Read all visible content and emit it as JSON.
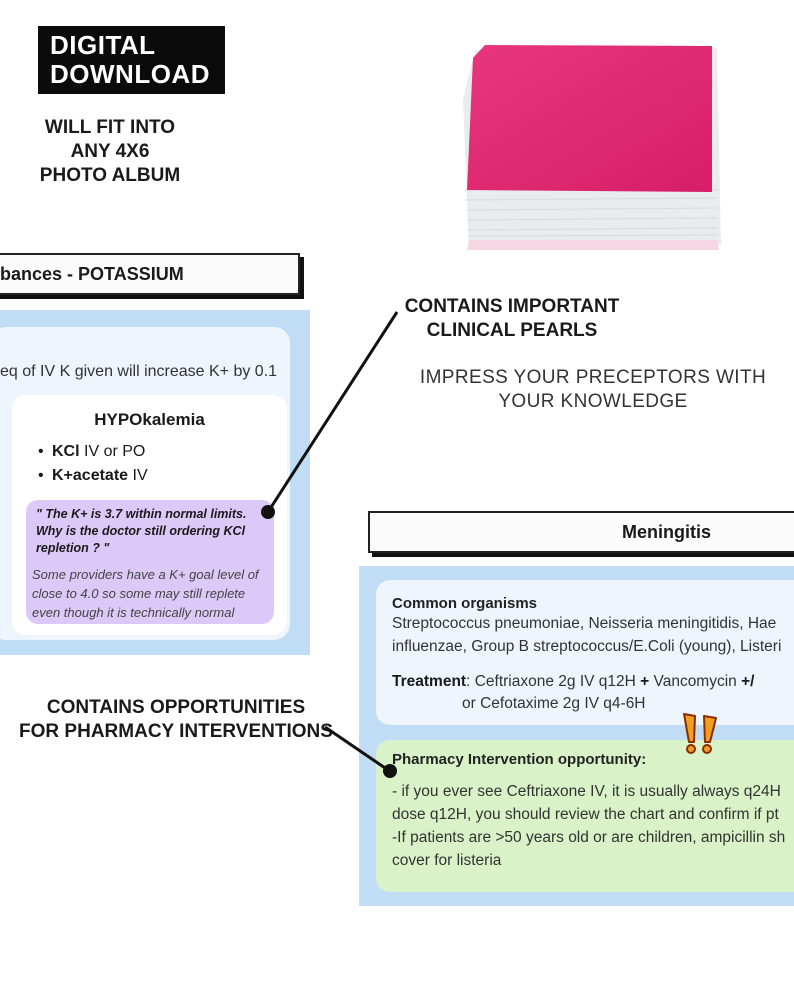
{
  "badge": {
    "line1": "DIGITAL",
    "line2": "DOWNLOAD"
  },
  "fit_note": {
    "line1": "WILL FIT INTO",
    "line2": "ANY 4X6",
    "line3": "PHOTO ALBUM"
  },
  "callouts": {
    "pearls": {
      "line1": "CONTAINS IMPORTANT",
      "line2": "CLINICAL PEARLS"
    },
    "impress": {
      "line1": "IMPRESS YOUR PRECEPTORS WITH",
      "line2": "YOUR KNOWLEDGE"
    },
    "interventions": {
      "line1": "CONTAINS OPPORTUNITIES",
      "line2": "FOR PHARMACY INTERVENTIONS"
    }
  },
  "potassium_card": {
    "header": "bances - POTASSIUM",
    "rule": "eq of IV K given will increase K+ by 0.1",
    "hypo_title": "HYPOkalemia",
    "items": [
      {
        "bold": "KCl",
        "rest": " IV or PO"
      },
      {
        "bold": "K+acetate",
        "rest": " IV"
      }
    ],
    "pearl_question": "\" The K+ is 3.7 within normal limits. Why is the doctor still ordering KCl repletion ? \"",
    "pearl_answer": "Some providers have a K+ goal level of close to 4.0 so some may still replete even though it is technically normal"
  },
  "meningitis_card": {
    "header": "Meningitis",
    "organisms_title": "Common organisms",
    "organisms_line1": "Streptococcus pneumoniae, Neisseria meningitidis, Hae",
    "organisms_line2": "influenzae, Group B streptococcus/E.Coli (young), Listeri",
    "treatment_label": "Treatment",
    "treatment_line1": ":  Ceftriaxone 2g IV q12H  ",
    "treatment_plus": "+",
    "treatment_vanco": "  Vancomycin  ",
    "treatment_end": "+/",
    "treatment_alt": "or Cefotaxime 2g IV q4-6H",
    "intervention_title": "Pharmacy Intervention opportunity:",
    "intervention_lines": [
      "- if you ever see Ceftriaxone IV, it is usually always q24H",
      "dose q12H, you should review the chart and confirm if pt",
      "-If patients are >50 years old or are children, ampicillin sh",
      "cover for listeria"
    ]
  },
  "colors": {
    "panel_blue": "#c1dcf5",
    "pearl_purple": "#dcc9f7",
    "intervention_green": "#d9f2c7",
    "album_pink": "#e0266f"
  }
}
